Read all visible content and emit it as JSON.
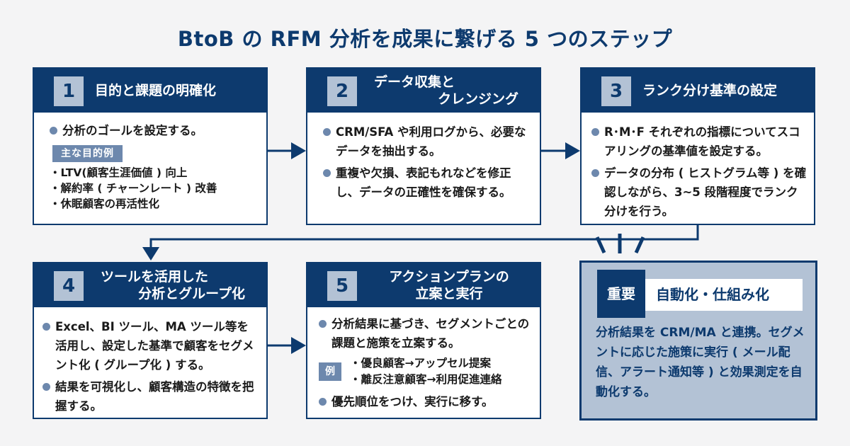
{
  "title": "BtoB の RFM 分析を成果に繋げる 5 つのステップ",
  "colors": {
    "navy": "#0d3a6e",
    "light_blue": "#b3c2d5",
    "bullet": "#6d88ad",
    "background": "#f4f4f5"
  },
  "steps": [
    {
      "num": "1",
      "title_lines": [
        "目的と課題の明確化"
      ],
      "bullet": "分析のゴールを設定する。",
      "tag": "主な目的例",
      "items": [
        "・LTV(顧客生涯価値 ) 向上",
        "・解約率 ( チャーンレート ) 改善",
        "・休眠顧客の再活性化"
      ]
    },
    {
      "num": "2",
      "title_lines": [
        "データ収集と",
        "クレンジング"
      ],
      "bullets": [
        "CRM/SFA や利用ログから、必要なデータを抽出する。",
        "重複や欠損、表記もれなどを修正し、データの正確性を確保する。"
      ]
    },
    {
      "num": "3",
      "title_lines": [
        "ランク分け基準の設定"
      ],
      "bullets": [
        "R･M･F それぞれの指標についてスコアリングの基準値を設定する。",
        "データの分布 ( ヒストグラム等 ) を確認しながら、3~5 段階程度でランク分けを行う。"
      ]
    },
    {
      "num": "4",
      "title_lines": [
        "ツールを活用した",
        "分析とグループ化"
      ],
      "bullets": [
        "Excel、BI ツール、MA ツール等を活用し、設定した基準で顧客をセグメント化 ( グループ化 ) する。",
        "結果を可視化し、顧客構造の特徴を把握する。"
      ]
    },
    {
      "num": "5",
      "title_lines": [
        "アクションプランの",
        "立案と実行"
      ],
      "bullets": [
        "分析結果に基づき、セグメントごとの課題と施策を立案する。",
        "優先順位をつけ、実行に移す。"
      ],
      "example_tag": "例",
      "examples": [
        "・優良顧客→アップセル提案",
        "・離反注意顧客→利用促進連絡"
      ]
    }
  ],
  "important": {
    "label": "重要",
    "title": "自動化・仕組み化",
    "text": "分析結果を CRM/MA と連携。セグメントに応じた施策に実行 ( メール配信、アラート通知等 ) と効果測定を自動化する。"
  }
}
